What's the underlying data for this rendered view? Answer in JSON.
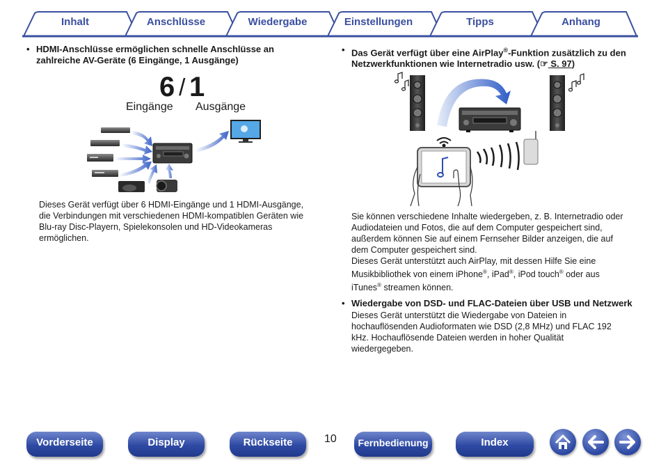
{
  "tabs": [
    {
      "label": "Inhalt"
    },
    {
      "label": "Anschlüsse"
    },
    {
      "label": "Wiedergabe"
    },
    {
      "label": "Einstellungen"
    },
    {
      "label": "Tipps"
    },
    {
      "label": "Anhang"
    }
  ],
  "left": {
    "bullet_dot": "•",
    "heading_line1": "HDMI-Anschlüsse ermöglichen schnelle Anschlüsse an",
    "heading_line2": "zahlreiche AV-Geräte (6 Eingänge, 1 Ausgänge)",
    "figure": {
      "inputs_num": "6",
      "slash": "/",
      "outputs_num": "1",
      "inputs_label": "Eingänge",
      "outputs_label": "Ausgänge"
    },
    "body_lines": [
      "Dieses Gerät verfügt über 6 HDMI-Eingänge und 1 HDMI-Ausgänge,",
      "die Verbindungen mit verschiedenen HDMI-kompatiblen Geräten wie",
      "Blu-ray Disc-Playern, Spielekonsolen und HD-Videokameras",
      "ermöglichen."
    ]
  },
  "right": {
    "bullet_dot": "•",
    "heading_line1_a": "Das Gerät verfügt über eine AirPlay",
    "heading_line1_sup": "®",
    "heading_line1_b": "-Funktion zusätzlich zu den",
    "heading_line2": "Netzwerkfunktionen wie Internetradio usw.  (",
    "link_icon": "☞",
    "link_text": "S. 97",
    "heading_line2_end": ")",
    "para1_lines": [
      "Sie können verschiedene Inhalte wiedergeben, z. B. Internetradio oder",
      "Audiodateien und Fotos, die auf dem Computer gespeichert sind,",
      "außerdem können Sie auf einem Fernseher Bilder anzeigen, die auf",
      "dem Computer gespeichert sind.",
      "Dieses Gerät unterstützt auch AirPlay, mit dessen Hilfe Sie eine"
    ],
    "para1_line6_a": "Musikbibliothek von einem iPhone",
    "para1_line6_b": ", iPad",
    "para1_line6_c": ", iPod touch",
    "para1_line6_d": " oder aus",
    "para1_line7_a": "iTunes",
    "para1_line7_b": " streamen können.",
    "reg": "®",
    "heading2": "Wiedergabe von DSD- und FLAC-Dateien über USB und Netzwerk",
    "para2_lines": [
      "Dieses Gerät unterstützt die Wiedergabe von Dateien in",
      "hochauflösenden Audioformaten wie DSD (2,8 MHz) und FLAC 192",
      "kHz. Hochauflösende Dateien werden in hoher Qualität",
      "wiedergegeben."
    ]
  },
  "footer": {
    "buttons": [
      {
        "label": "Vorderseite"
      },
      {
        "label": "Display"
      },
      {
        "label": "Rückseite"
      },
      {
        "label": "Fernbedienung"
      },
      {
        "label": "Index"
      }
    ],
    "page_number": "10",
    "icons": [
      "home-icon",
      "arrow-left-icon",
      "arrow-right-icon"
    ]
  },
  "colors": {
    "accent": "#3a4fa0",
    "button_blue": "#2f4aa3"
  }
}
